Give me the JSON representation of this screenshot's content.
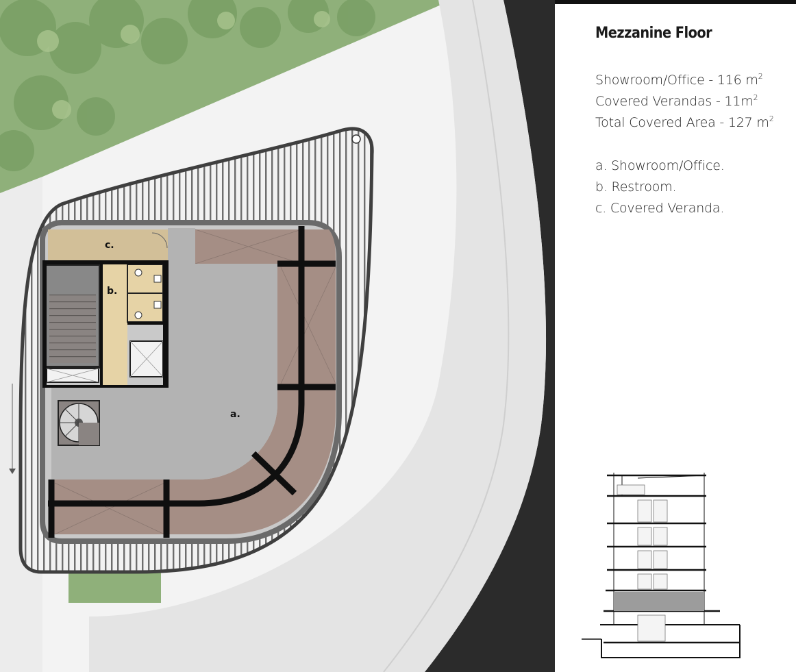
{
  "panel": {
    "title": "Mezzanine Floor",
    "areas": [
      {
        "label": "Showroom/Office - ",
        "value": "116 m",
        "sup": "2"
      },
      {
        "label": "Covered Verandas - ",
        "value": "11m",
        "sup": "2"
      },
      {
        "label": "Total Covered Area - ",
        "value": "127 m",
        "sup": "2"
      }
    ],
    "legend": [
      "a. Showroom/Office.",
      "b. Restroom.",
      "c. Covered Veranda."
    ]
  },
  "plan": {
    "labels": {
      "a": "a.",
      "b": "b.",
      "c": "c."
    }
  },
  "colors": {
    "grass": "#8fb07a",
    "road": "#e4e4e4",
    "asphalt": "#2b2b2b",
    "floor": "#b3b3b3",
    "veranda": "#d2bf98",
    "restroom": "#e6d3a6",
    "deck": "#a58e85",
    "structure": "#0f0f0f"
  }
}
